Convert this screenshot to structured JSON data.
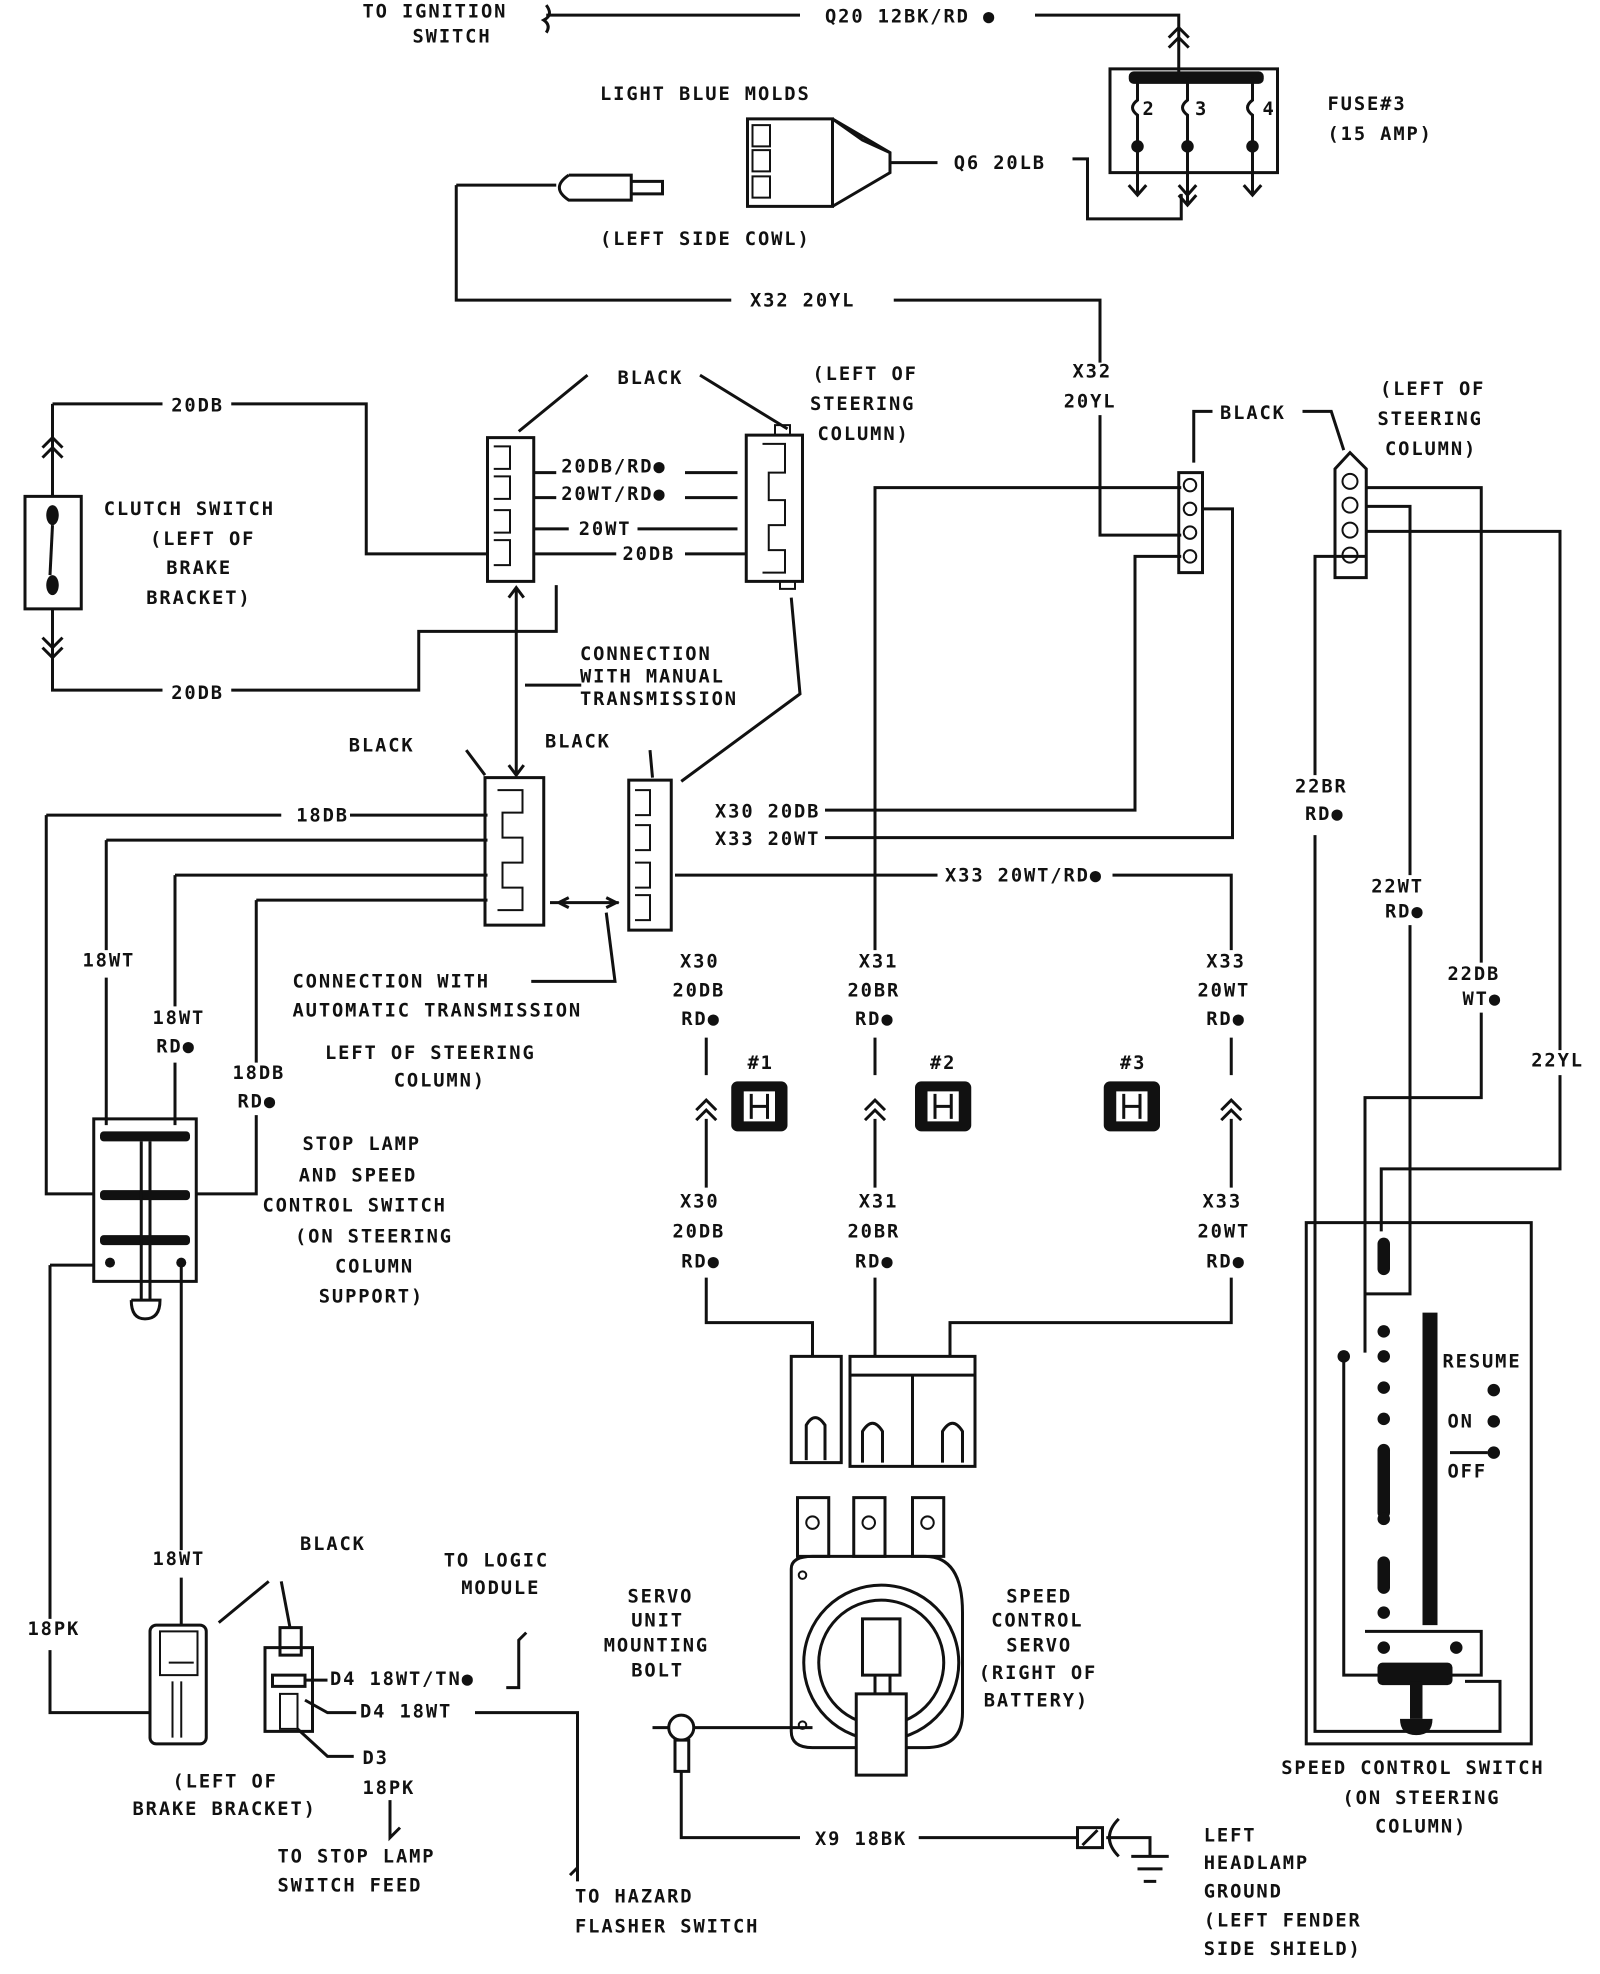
{
  "diagram": {
    "ignition": [
      "TO IGNITION",
      "SWITCH"
    ],
    "q20": "Q20 12BK/RD ●",
    "molds": "LIGHT BLUE MOLDS",
    "fuse": [
      "FUSE#3",
      "(15 AMP)"
    ],
    "fuse_slots": [
      "2",
      "3",
      "4"
    ],
    "q6": "Q6 20LB",
    "cowl": "(LEFT SIDE COWL)",
    "x32_h": "X32 20YL",
    "x32_v": [
      "X32",
      "20YL"
    ],
    "black": "BLACK",
    "left_steering": [
      "(LEFT OF",
      "STEERING",
      "COLUMN)"
    ],
    "clutch": [
      "CLUTCH SWITCH",
      "(LEFT OF",
      "BRAKE",
      "BRACKET)"
    ],
    "w20db": "20DB",
    "manual_wires": [
      "20DB/RD●",
      "20WT/RD●",
      "20WT",
      "20DB"
    ],
    "conn_manual": [
      "CONNECTION",
      "WITH MANUAL",
      "TRANSMISSION"
    ],
    "w18db": "18DB",
    "x30_20db": "X30 20DB",
    "x33_20wt": "X33 20WT",
    "x33_20wtrd": "X33 20WT/RD●",
    "conn_auto": [
      "CONNECTION WITH",
      "AUTOMATIC TRANSMISSION"
    ],
    "auto_loc": [
      "LEFT OF STEERING",
      "COLUMN)"
    ],
    "w18wt": "18WT",
    "w18wt_rd": [
      "18WT",
      "RD●"
    ],
    "w18db_rd": [
      "18DB",
      "RD●"
    ],
    "x30": [
      "X30",
      "20DB",
      "RD●"
    ],
    "x31": [
      "X31",
      "20BR",
      "RD●"
    ],
    "x33": [
      "X33",
      "20WT",
      "RD●"
    ],
    "w22br": [
      "22BR",
      "RD●"
    ],
    "w22wt": [
      "22WT",
      "RD●"
    ],
    "w22db": [
      "22DB",
      "WT●"
    ],
    "w22yl": "22YL",
    "relays": [
      "#1",
      "#2",
      "#3"
    ],
    "stop_lamp": [
      "STOP LAMP",
      "AND SPEED",
      "CONTROL SWITCH",
      "(ON STEERING",
      "COLUMN",
      "SUPPORT)"
    ],
    "switch_pos": [
      "RESUME",
      "ON",
      "OFF"
    ],
    "logic": [
      "TO LOGIC",
      "MODULE"
    ],
    "servo_bolt": [
      "SERVO",
      "UNIT",
      "MOUNTING",
      "BOLT"
    ],
    "servo": [
      "SPEED",
      "CONTROL",
      "SERVO",
      "(RIGHT OF",
      "BATTERY)"
    ],
    "w18pk": "18PK",
    "d4a": "D4 18WT/TN●",
    "d4b": "D4 18WT",
    "d3": [
      "D3",
      "18PK"
    ],
    "brake_loc": [
      "(LEFT OF",
      "BRAKE BRACKET)"
    ],
    "stop_feed": [
      "TO STOP LAMP",
      "SWITCH FEED"
    ],
    "hazard": [
      "TO HAZARD",
      "FLASHER SWITCH"
    ],
    "x9": "X9 18BK",
    "ground": [
      "LEFT",
      "HEADLAMP",
      "GROUND",
      "(LEFT FENDER",
      "SIDE SHIELD)"
    ],
    "sc_switch": [
      "SPEED CONTROL SWITCH",
      "(ON STEERING",
      "COLUMN)"
    ]
  }
}
